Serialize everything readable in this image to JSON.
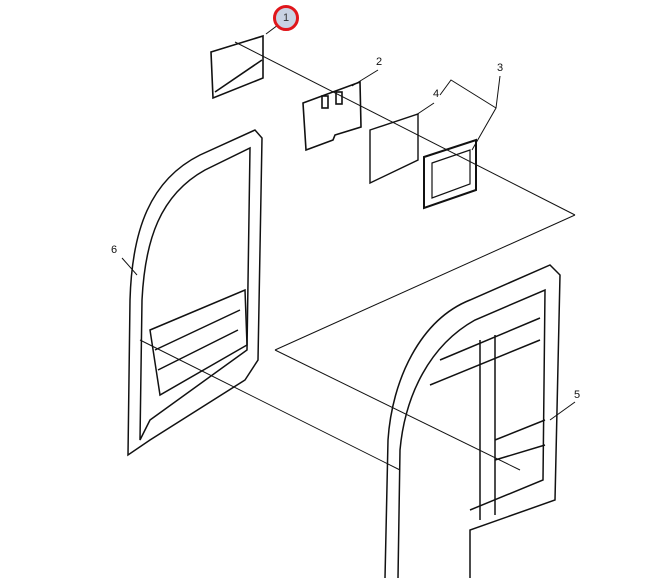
{
  "diagram": {
    "callouts": [
      {
        "id": "1",
        "highlighted": true,
        "highlight_color": "#e0161b"
      },
      {
        "id": "2"
      },
      {
        "id": "3"
      },
      {
        "id": "4"
      },
      {
        "id": "5"
      },
      {
        "id": "6"
      }
    ]
  }
}
